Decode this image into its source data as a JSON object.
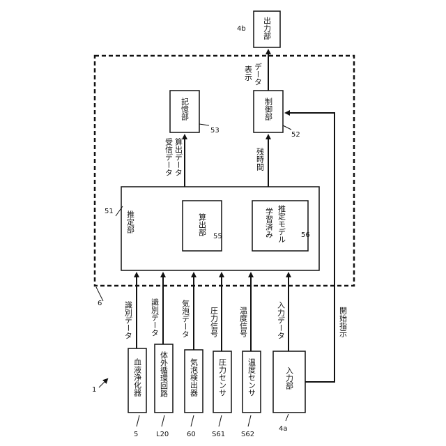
{
  "diagram": {
    "system_ref": "1",
    "frame_ref": "6",
    "blocks": {
      "output": {
        "label": "出力部",
        "ref": "4b"
      },
      "memory": {
        "label": "記憶部",
        "ref": "53"
      },
      "control": {
        "label": "制御部",
        "ref": "52"
      },
      "estimator": {
        "label": "推定部",
        "ref": "51"
      },
      "calc": {
        "label": "算出部",
        "ref": "55"
      },
      "model": {
        "label_line1": "学習済み",
        "label_line2": "推定モデル",
        "ref": "56"
      },
      "blood_purifier": {
        "label": "血液浄化器",
        "ref": "5"
      },
      "extracorporeal": {
        "label": "体外循環回路",
        "ref": "L20"
      },
      "bubble": {
        "label": "気泡検出器",
        "ref": "60"
      },
      "pressure": {
        "label": "圧力センサ",
        "ref": "S61"
      },
      "temperature": {
        "label": "温度センサ",
        "ref": "S62"
      },
      "input": {
        "label": "入力部",
        "ref": "4a"
      }
    },
    "signals": {
      "id_data_1": "識別データ",
      "id_data_2": "識別データ",
      "bubble_data": "気泡データ",
      "pressure_signal": "圧力信号",
      "temperature_signal": "温度信号",
      "input_data": "入力データ",
      "start_instruction": "開始指示",
      "remaining_time": "残時間",
      "display_data_1": "表示",
      "display_data_2": "データ",
      "received_data": "受信データ",
      "computed_data": "算出データ"
    }
  }
}
